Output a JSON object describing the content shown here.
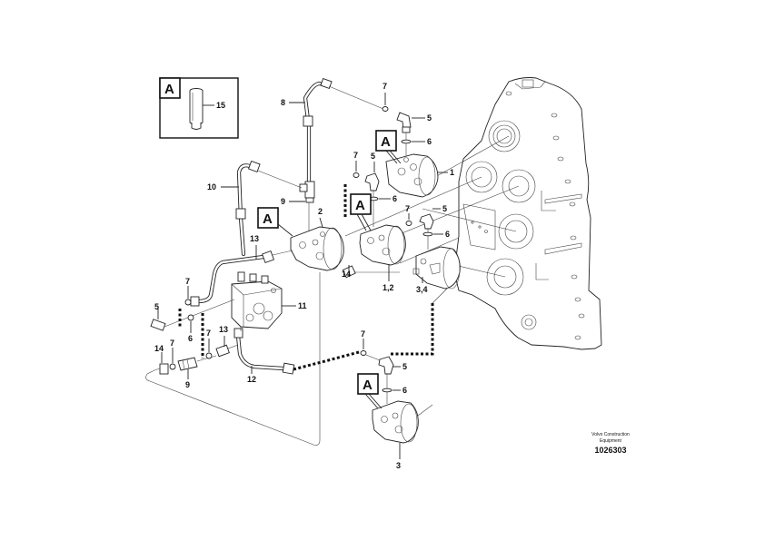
{
  "diagram": {
    "view_marker": "A",
    "inset": {
      "marker": "A",
      "part_label": "15"
    },
    "labels": {
      "l1": "1",
      "l2": "2",
      "l3": "3",
      "l5a": "5",
      "l5b": "5",
      "l5c": "5",
      "l5d": "5",
      "l5e": "5",
      "l6a": "6",
      "l6b": "6",
      "l6c": "6",
      "l6d": "6",
      "l6e": "6",
      "l7a": "7",
      "l7b": "7",
      "l7c": "7",
      "l7d": "7",
      "l7e": "7",
      "l7f": "7",
      "l7g": "7",
      "l8": "8",
      "l9a": "9",
      "l9b": "9",
      "l10": "10",
      "l11": "11",
      "l12": "12",
      "l13a": "13",
      "l13b": "13",
      "l14a": "14",
      "l14b": "14",
      "l12b": "1,2",
      "l34": "3,4"
    },
    "footer": {
      "company_line1": "Volvo Construction",
      "company_line2": "Equipment",
      "reference_number": "1026303"
    }
  }
}
